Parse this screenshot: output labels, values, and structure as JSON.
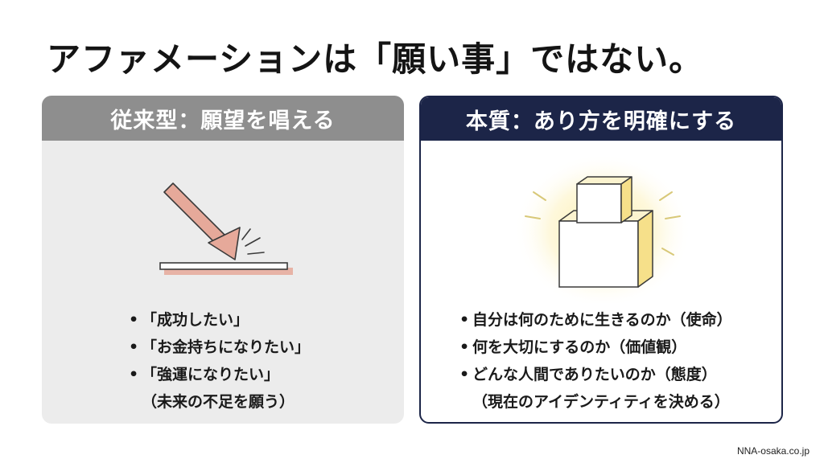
{
  "title": "アファメーションは「願い事」ではない。",
  "left_card": {
    "heading": "従来型：願望を唱える",
    "items": [
      "「成功したい」",
      "「お金持ちになりたい」",
      "「強運になりたい」"
    ],
    "note": "（未来の不足を願う）",
    "illustration_icon": "arrow-hitting-line-icon",
    "accent_color": "#e6a99a"
  },
  "right_card": {
    "heading": "本質：あり方を明確にする",
    "items": [
      "自分は何のために生きるのか（使命）",
      "何を大切にするのか（価値観）",
      "どんな人間でありたいのか（態度）"
    ],
    "note": "（現在のアイデンティティを決める）",
    "illustration_icon": "glowing-cube-stack-icon",
    "accent_color": "#1c2548"
  },
  "footer": "NNA-osaka.co.jp"
}
